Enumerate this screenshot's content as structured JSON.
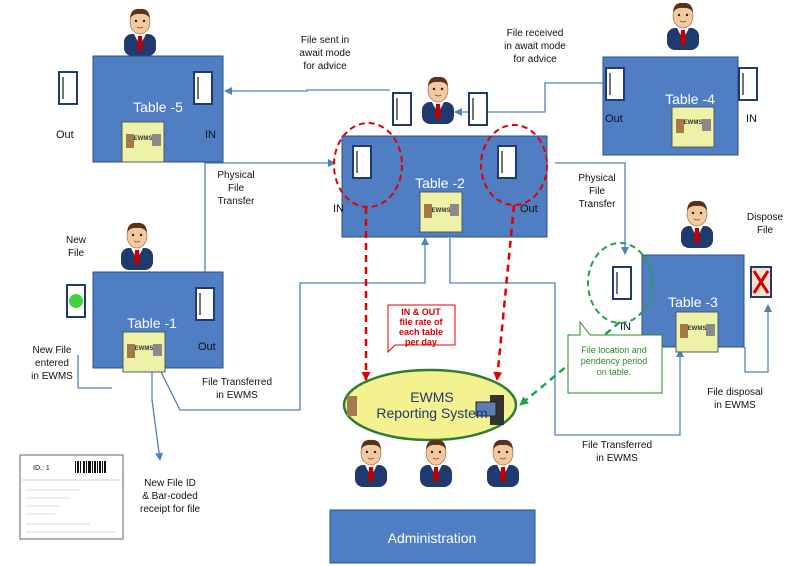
{
  "tables": {
    "t5": {
      "label": "Table -5",
      "out": "Out",
      "in": "IN"
    },
    "t4": {
      "label": "Table -4",
      "out": "Out",
      "in": "IN"
    },
    "t2": {
      "label": "Table -2",
      "out": "Out",
      "in": "IN"
    },
    "t1": {
      "label": "Table -1",
      "out": "Out"
    },
    "t3": {
      "label": "Table -3",
      "in": "IN"
    }
  },
  "badge": "EWMS",
  "labels": {
    "sent": [
      "File sent in",
      "await mode",
      "for advice"
    ],
    "received": [
      "File received",
      "in await mode",
      "for advice"
    ],
    "phys1": [
      "Physical",
      "File",
      "Transfer"
    ],
    "phys2": [
      "Physical",
      "File",
      "Transfer"
    ],
    "dispose": [
      "Dispose",
      "File"
    ],
    "new_file": [
      "New",
      "File"
    ],
    "entered": [
      "New File",
      "entered",
      "in EWMS"
    ],
    "transferred1": [
      "File Transferred",
      "in EWMS"
    ],
    "transferred2": [
      "File Transferred",
      "in EWMS"
    ],
    "disposal": [
      "File disposal",
      "in EWMS"
    ],
    "new_id": [
      "New File ID",
      "& Bar-coded",
      "receipt for file"
    ],
    "in_out_rate": [
      "IN & OUT",
      "file rate of",
      "each table",
      "per day"
    ],
    "location": [
      "File location and",
      "pendency period",
      "on table."
    ]
  },
  "reporting": [
    "EWMS",
    "Reporting System"
  ],
  "administration": "Administration",
  "receipt_id": "ID.: 1",
  "colors": {
    "table": "#4f7ec2",
    "arrow": "#4f81bd",
    "red": "#e00000",
    "green": "#22a34a",
    "ellipse": "#f4f190"
  }
}
